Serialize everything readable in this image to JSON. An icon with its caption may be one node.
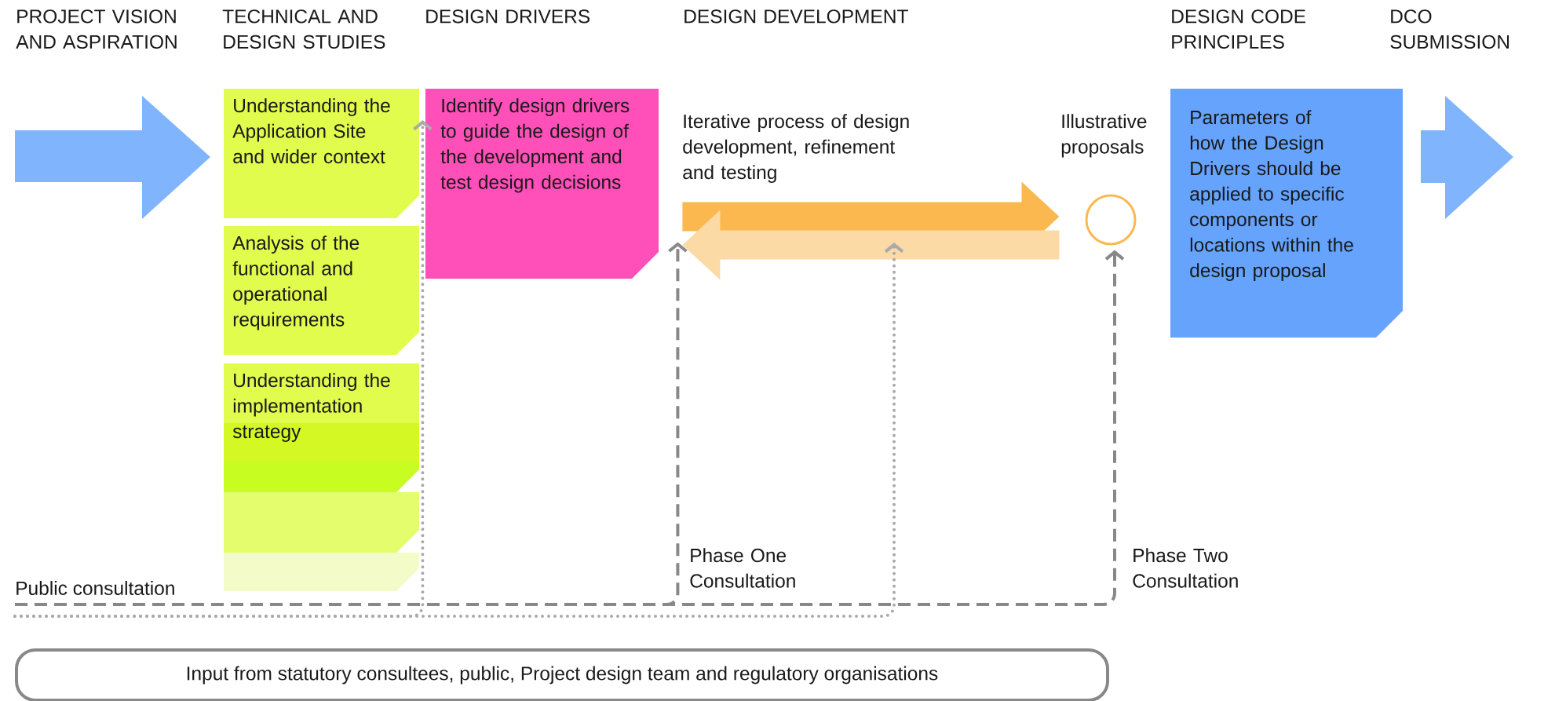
{
  "diagram": {
    "nodes": [
      {
        "text": [],
        "shape": "arrow"
      },
      {
        "text": [
          "Understanding the Application Site and wider context"
        ]
      },
      {
        "text": [
          "Analysis of the functional and operational requirements"
        ]
      },
      {
        "text": [
          "Understanding the implementation strategy"
        ]
      },
      {
        "text": [],
        "shape": "box"
      },
      {
        "text": [],
        "shape": "box"
      },
      {
        "text": [
          "Identify design drivers to guide the design of the development and test design decisions"
        ]
      },
      {
        "text": [
          "Illustrative proposals"
        ]
      },
      {
        "text": [
          "Parameters of how the Design Drivers should be applied to specific components or locations within the design proposal"
        ]
      },
      {
        "text": [],
        "shape": "arrow"
      },
      {
        "text": [
          "Input from statutory consultees, public, Project design team and regulatory organisations"
        ]
      },
      {
        "text": [
          "Public consultation"
        ]
      }
    ],
    "edges": [
      {
        "from": 11,
        "to": 1,
        "arrow": "to",
        "style": "dashed",
        "color": "#aaaaaa"
      },
      {
        "from": 11,
        "to": null,
        "arrow": "to",
        "style": "dashed",
        "color": "#aaaaaa"
      },
      {
        "from": 11,
        "to": 6,
        "arrow": "to",
        "style": "dashed",
        "label": "Phase One Consultation"
      },
      {
        "from": 11,
        "to": 7,
        "arrow": "to",
        "style": "dashed",
        "label": "Phase Two Consultation"
      },
      {
        "from": 6,
        "to": 7,
        "arrow": "to",
        "style": "thick",
        "color": "#fbb84f",
        "label": "Iterative process of design development, refinement and testing"
      },
      {
        "from": 7,
        "to": 6,
        "arrow": "to",
        "style": "thick",
        "color": "#fcdaa6"
      }
    ],
    "labels": [
      "PROJECT VISION AND ASPIRATION",
      "TECHNICAL AND DESIGN STUDIES",
      "DESIGN DRIVERS",
      "DESIGN DEVELOPMENT",
      "DESIGN CODE PRINCIPLES",
      "DCO SUBMISSION"
    ]
  }
}
